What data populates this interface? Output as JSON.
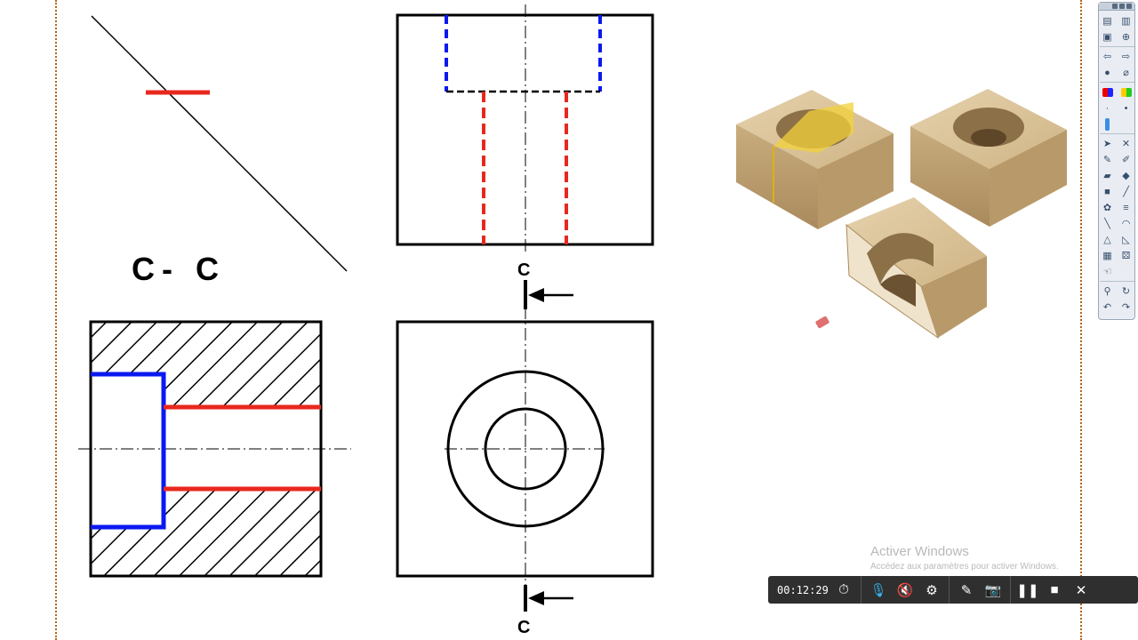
{
  "drawing": {
    "section_label": "C- C",
    "cut_top": "C",
    "cut_bottom": "C"
  },
  "colors": {
    "blue": "#0a19f0",
    "red": "#e8281e",
    "wood": "#d9bf93"
  },
  "watermark": {
    "title": "Activer Windows",
    "subtitle": "Accédez aux paramètres pour activer Windows."
  },
  "recorder": {
    "time": "00:12:29",
    "icons": [
      "stopwatch-icon",
      "microphone-icon",
      "speaker-mute-icon",
      "gear-icon",
      "pencil-icon",
      "camera-icon",
      "pause-icon",
      "stop-icon",
      "close-icon"
    ]
  },
  "toolbar": {
    "icons": [
      "select-icon",
      "clip-icon",
      "image-icon",
      "zoom-icon",
      "back-icon",
      "forward-icon",
      "dot-icon",
      "link-icon",
      "palette-icon",
      "cursor-icon",
      "pen-icon",
      "eraser-icon",
      "shape-icon",
      "ruler-icon",
      "calculator-icon",
      "undo-icon",
      "redo-icon"
    ]
  }
}
